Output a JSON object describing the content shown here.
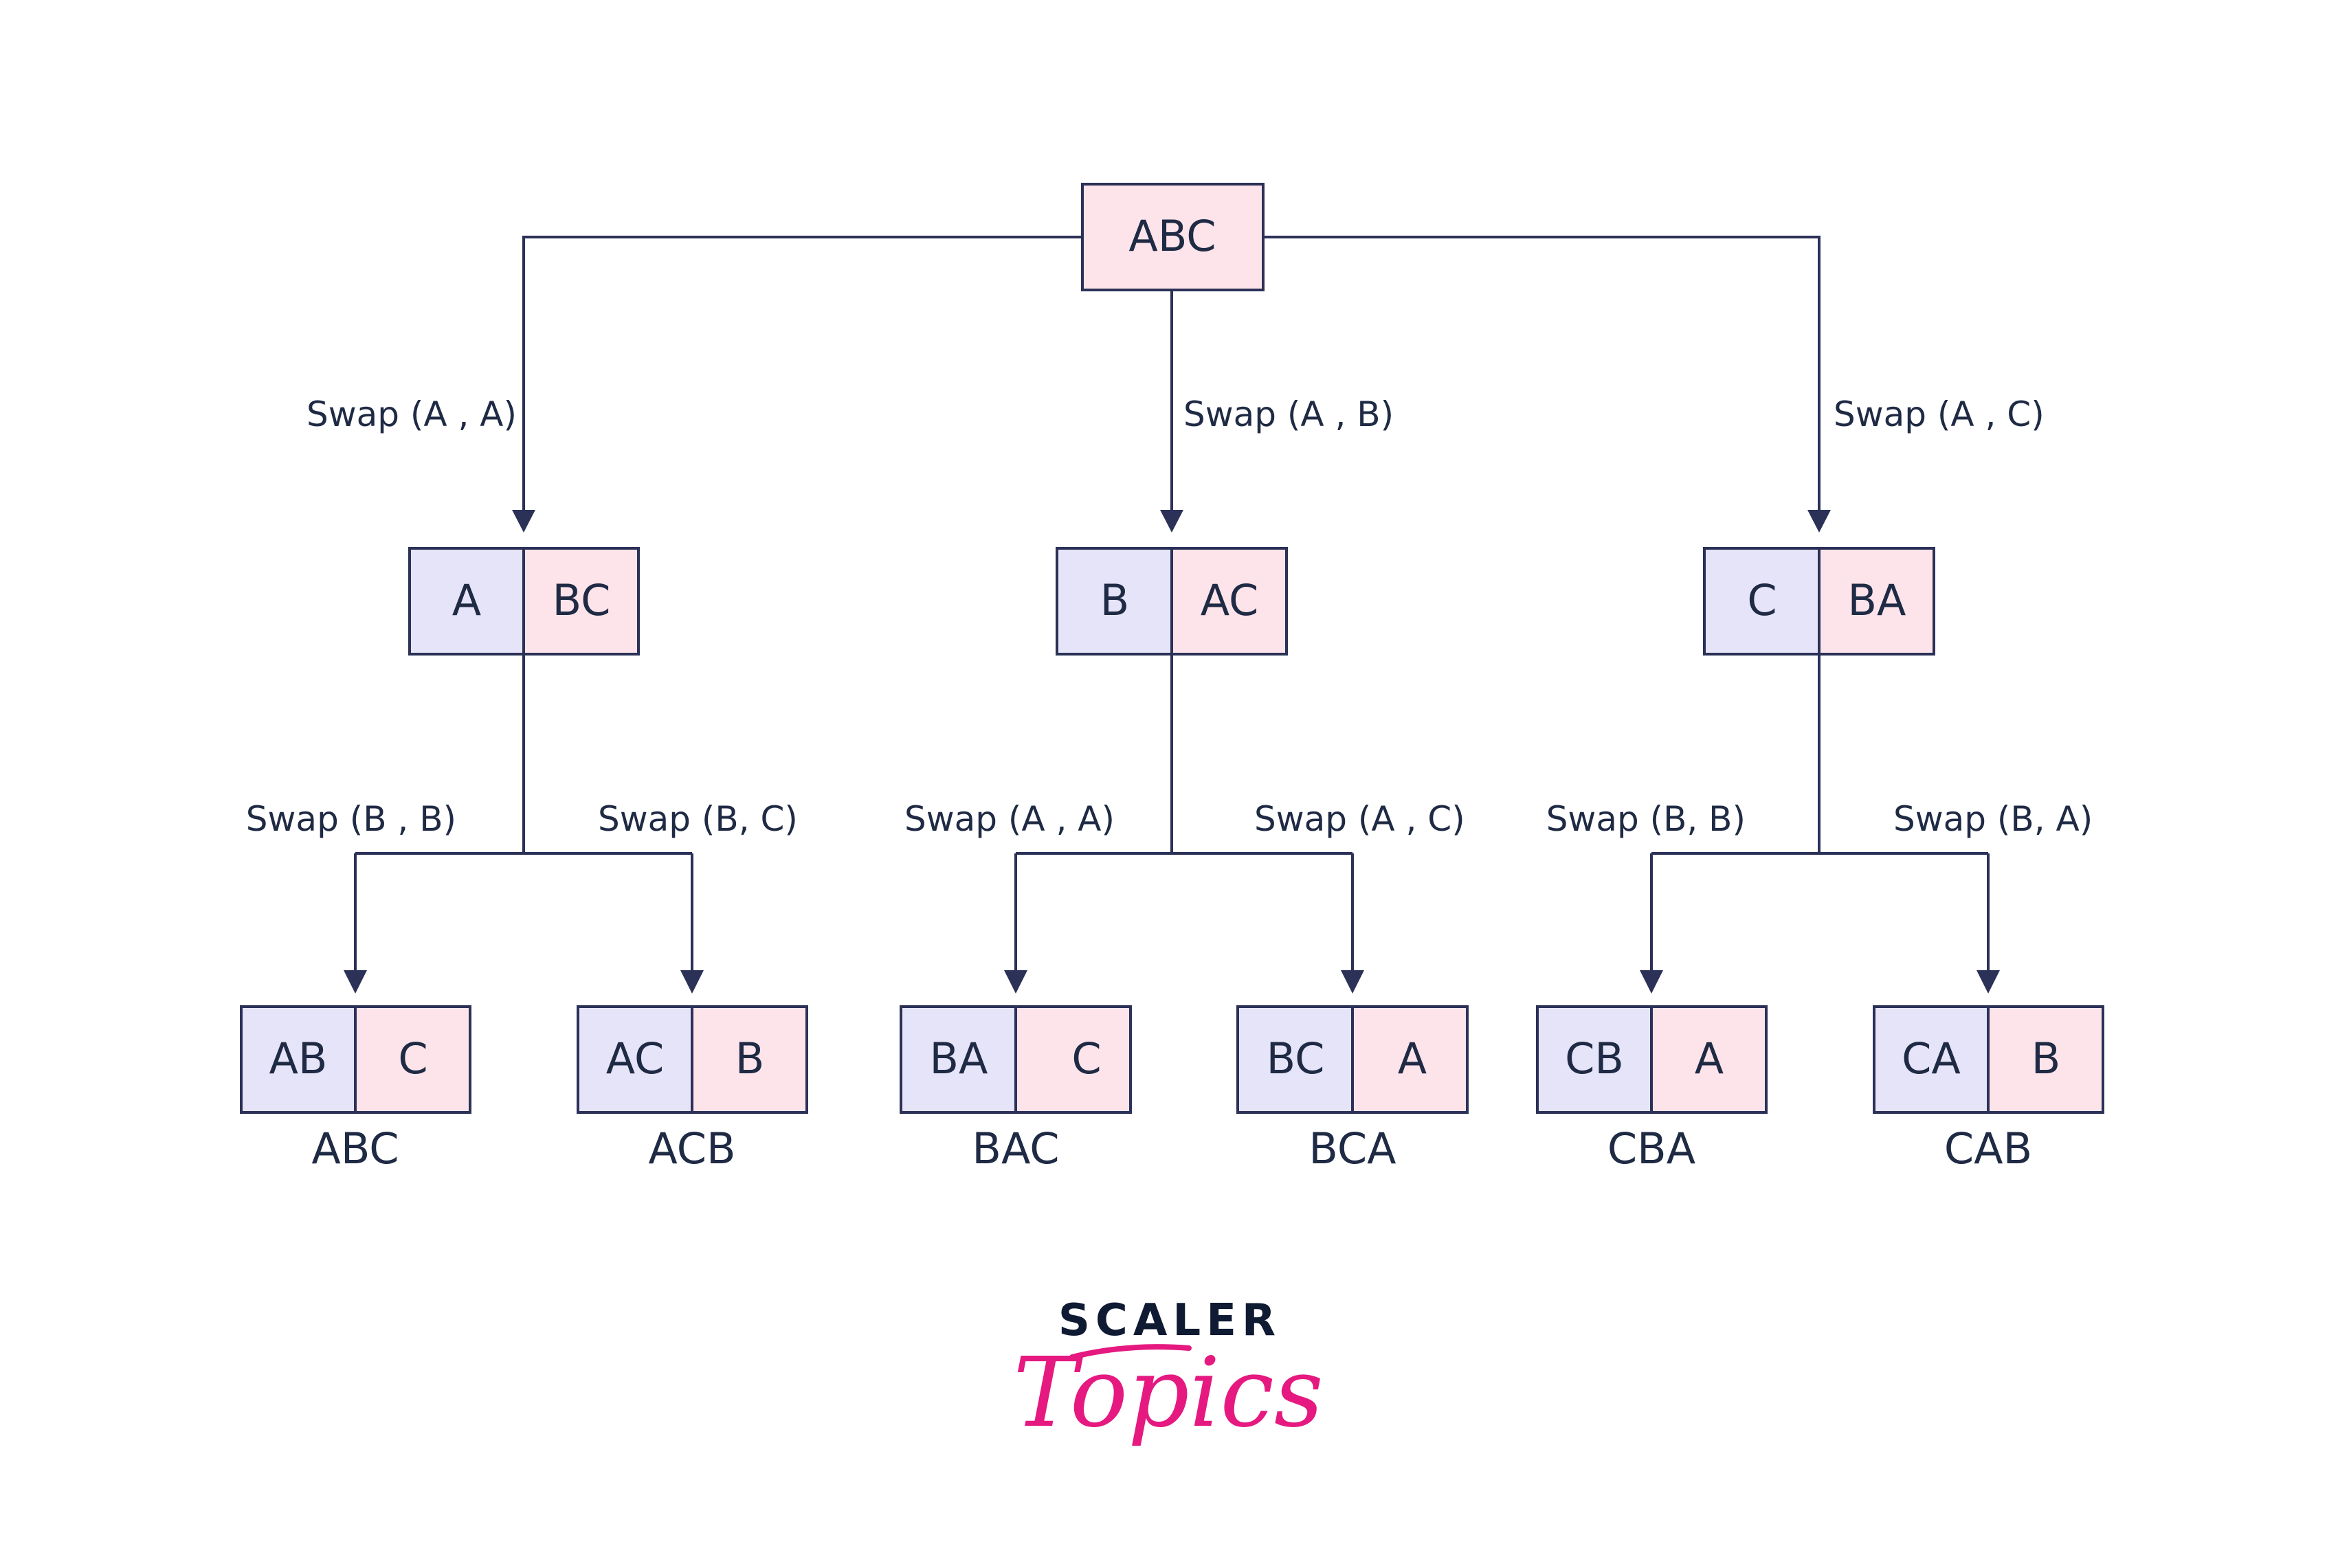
{
  "root": {
    "cells": [
      "ABC"
    ]
  },
  "level1": [
    {
      "edge_label": "Swap (A , A)",
      "cells": [
        "A",
        "BC"
      ]
    },
    {
      "edge_label": "Swap (A , B)",
      "cells": [
        "B",
        "AC"
      ]
    },
    {
      "edge_label": "Swap (A , C)",
      "cells": [
        "C",
        "BA"
      ]
    }
  ],
  "level2": [
    {
      "edge_label": "Swap (B , B)",
      "cells": [
        "AB",
        "C"
      ],
      "result": "ABC"
    },
    {
      "edge_label": "Swap (B, C)",
      "cells": [
        "AC",
        "B"
      ],
      "result": "ACB"
    },
    {
      "edge_label": "Swap (A , A)",
      "cells": [
        "BA",
        "C"
      ],
      "result": "BAC"
    },
    {
      "edge_label": "Swap (A , C)",
      "cells": [
        "BC",
        "A"
      ],
      "result": "BCA"
    },
    {
      "edge_label": "Swap (B, B)",
      "cells": [
        "CB",
        "A"
      ],
      "result": "CBA"
    },
    {
      "edge_label": "Swap (B, A)",
      "cells": [
        "CA",
        "B"
      ],
      "result": "CAB"
    }
  ],
  "logo": {
    "line1": "SCALER",
    "line2": "Topics"
  },
  "colors": {
    "line": "#2b3157",
    "fixed_fill": "#e6e4f8",
    "rest_fill": "#fde4ea",
    "logo_dark": "#0f1a33",
    "logo_pink": "#e5197f"
  }
}
